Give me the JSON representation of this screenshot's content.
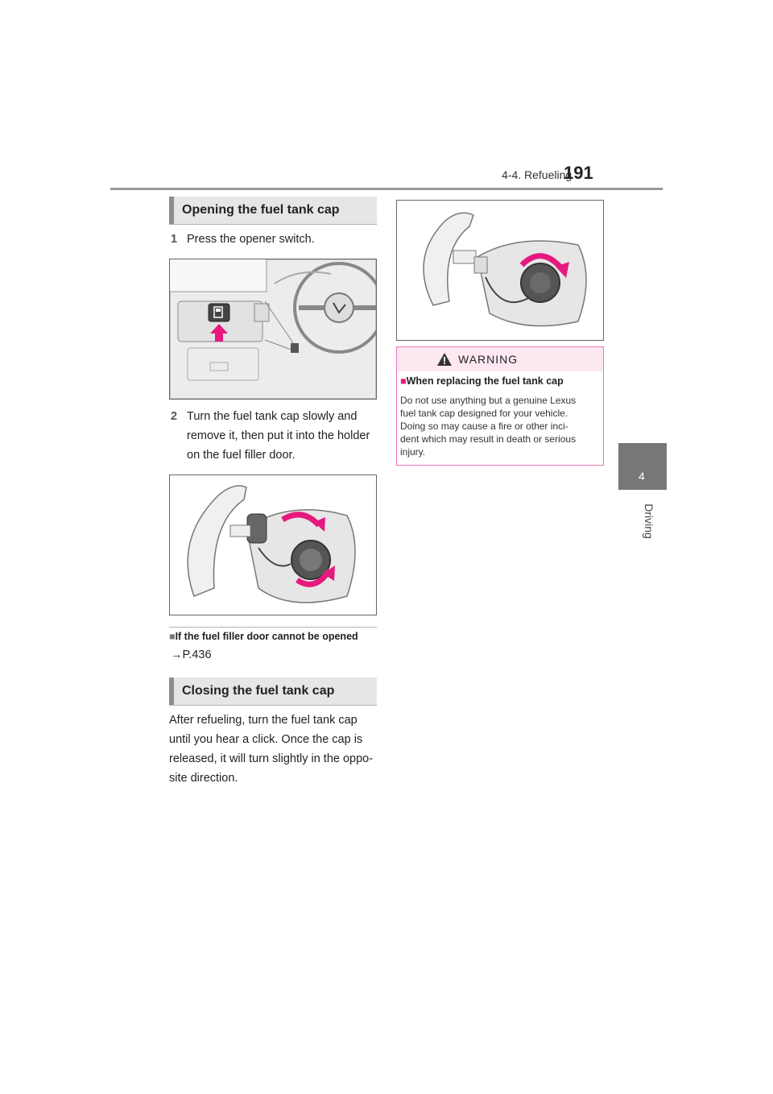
{
  "header": {
    "section": "4-4. Refueling",
    "page_number": "191"
  },
  "side_tab": {
    "chapter_number": "4",
    "chapter_name": "Driving"
  },
  "left": {
    "opening_heading": "Opening the fuel tank cap",
    "steps": [
      {
        "number": "1",
        "lines": [
          "Press the opener switch."
        ]
      },
      {
        "number": "2",
        "lines": [
          "Turn the fuel tank cap slowly and",
          "remove it, then put it into the holder",
          "on the fuel filler door."
        ]
      }
    ],
    "note_heading": "If the fuel filler door cannot be opened",
    "note_ref": "P.436",
    "closing_heading": "Closing the fuel tank cap",
    "closing_lines": [
      "After refueling, turn the fuel tank cap",
      "until you hear a click. Once the cap is",
      "released, it will turn slightly in the oppo-",
      "site direction."
    ]
  },
  "warning": {
    "title": "WARNING",
    "subheading": "When replacing the fuel tank cap",
    "lines": [
      "Do not use anything but a genuine Lexus",
      "fuel tank cap designed for your vehicle.",
      "Doing so may cause a fire or other inci-",
      "dent which may result in death or serious",
      "injury."
    ]
  },
  "symbols": {
    "square_bullet": "■",
    "arrow": "→",
    "warning_icon": "warning-triangle-icon"
  },
  "colors": {
    "accent_magenta": "#e6197f",
    "warning_bg": "#fde8f2",
    "warning_border": "#e878b4",
    "tab_gray": "#777777"
  }
}
